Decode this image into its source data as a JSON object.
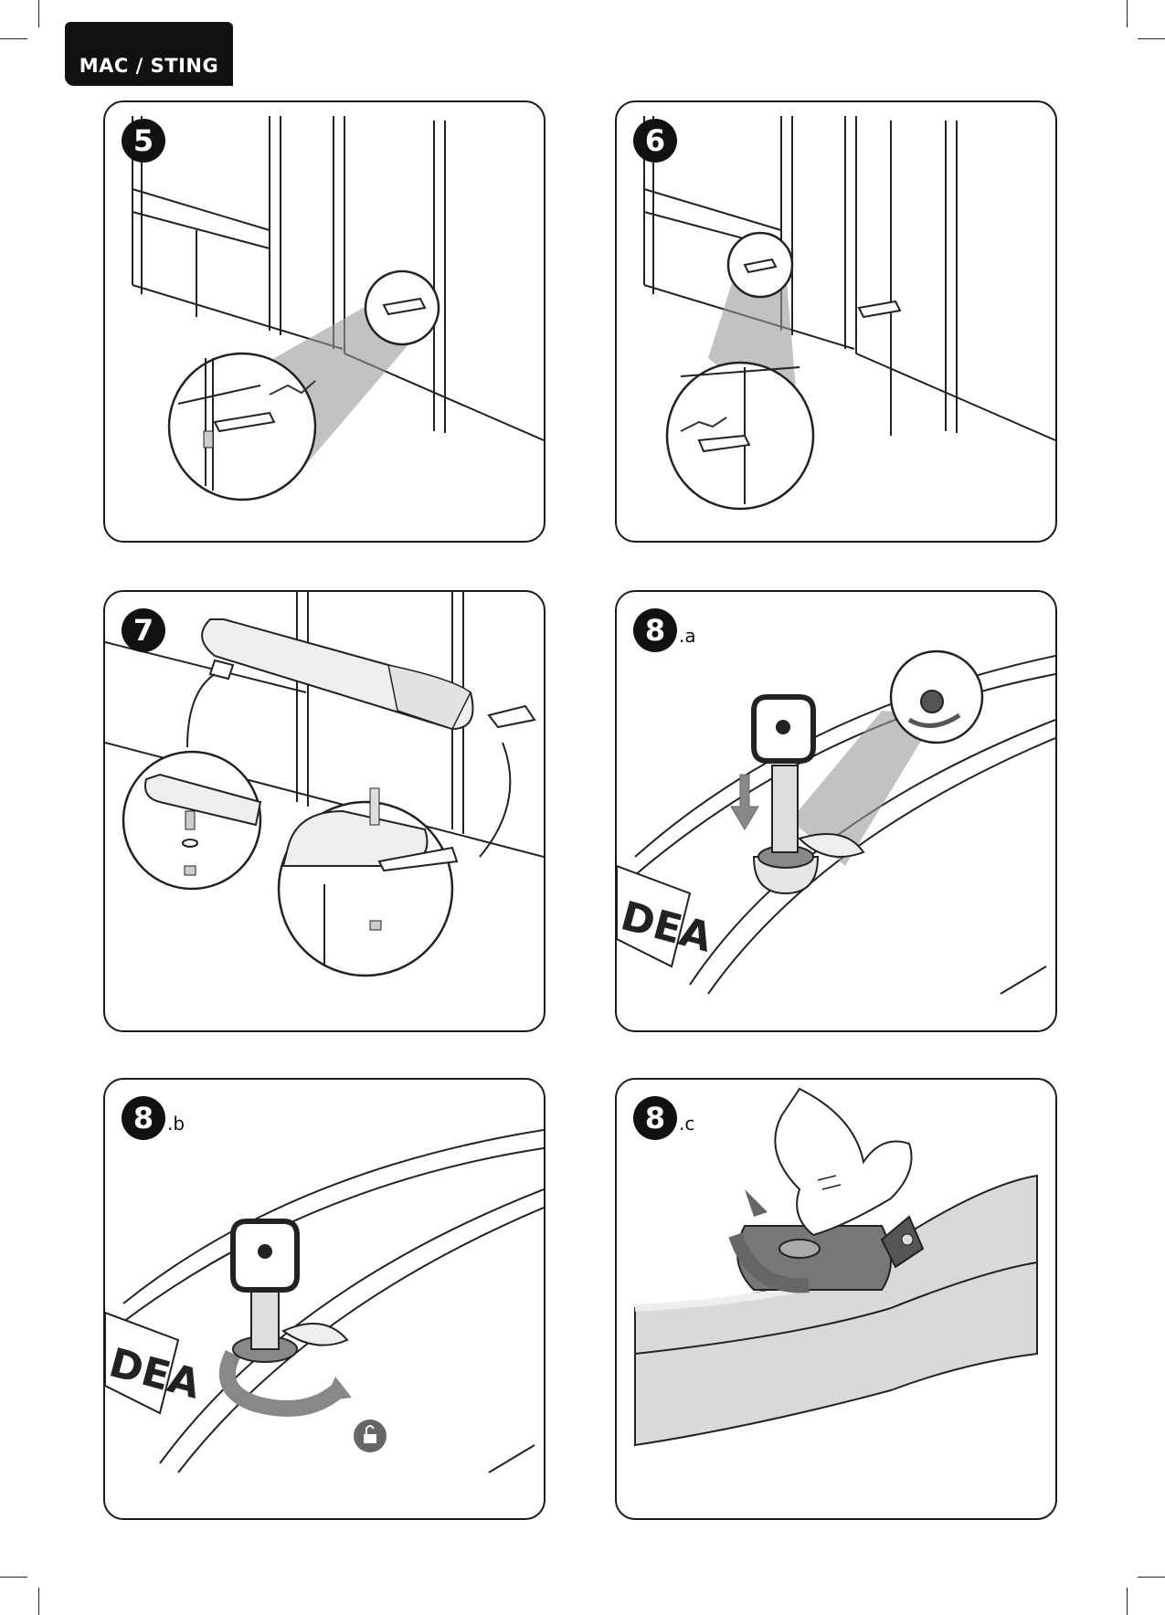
{
  "header": {
    "title": "MAC / STING"
  },
  "steps": [
    {
      "number": "5",
      "suffix": ""
    },
    {
      "number": "6",
      "suffix": ""
    },
    {
      "number": "7",
      "suffix": ""
    },
    {
      "number": "8",
      "suffix": ".a"
    },
    {
      "number": "8",
      "suffix": ".b"
    },
    {
      "number": "8",
      "suffix": ".c"
    }
  ],
  "brand_mark": "DEA"
}
